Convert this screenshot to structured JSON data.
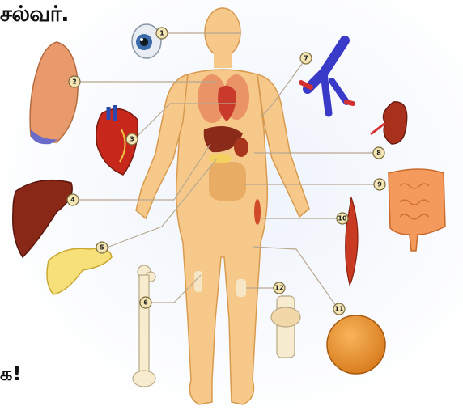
{
  "header_text": "சல்வர்.",
  "footer_text": "க!",
  "callouts": [
    {
      "id": "1",
      "label": "1",
      "organ": "eye-icon"
    },
    {
      "id": "2",
      "label": "2",
      "organ": "lung-icon"
    },
    {
      "id": "3",
      "label": "3",
      "organ": "heart-icon"
    },
    {
      "id": "4",
      "label": "4",
      "organ": "liver-icon"
    },
    {
      "id": "5",
      "label": "5",
      "organ": "pancreas-icon"
    },
    {
      "id": "6",
      "label": "6",
      "organ": "bone-icon"
    },
    {
      "id": "7",
      "label": "7",
      "organ": "blood-vessel-icon"
    },
    {
      "id": "8",
      "label": "8",
      "organ": "kidney-icon"
    },
    {
      "id": "9",
      "label": "9",
      "organ": "intestine-icon"
    },
    {
      "id": "10",
      "label": "10",
      "organ": "muscle-icon"
    },
    {
      "id": "11",
      "label": "11",
      "organ": "skin-tissue-icon"
    },
    {
      "id": "12",
      "label": "12",
      "organ": "knee-joint-icon"
    }
  ],
  "colors": {
    "background": "#ffffff",
    "body_fill": "#f6c98a",
    "body_outline": "#d89a4e",
    "badge_fill": "#f4e6b4",
    "leader": "#b7a890"
  }
}
